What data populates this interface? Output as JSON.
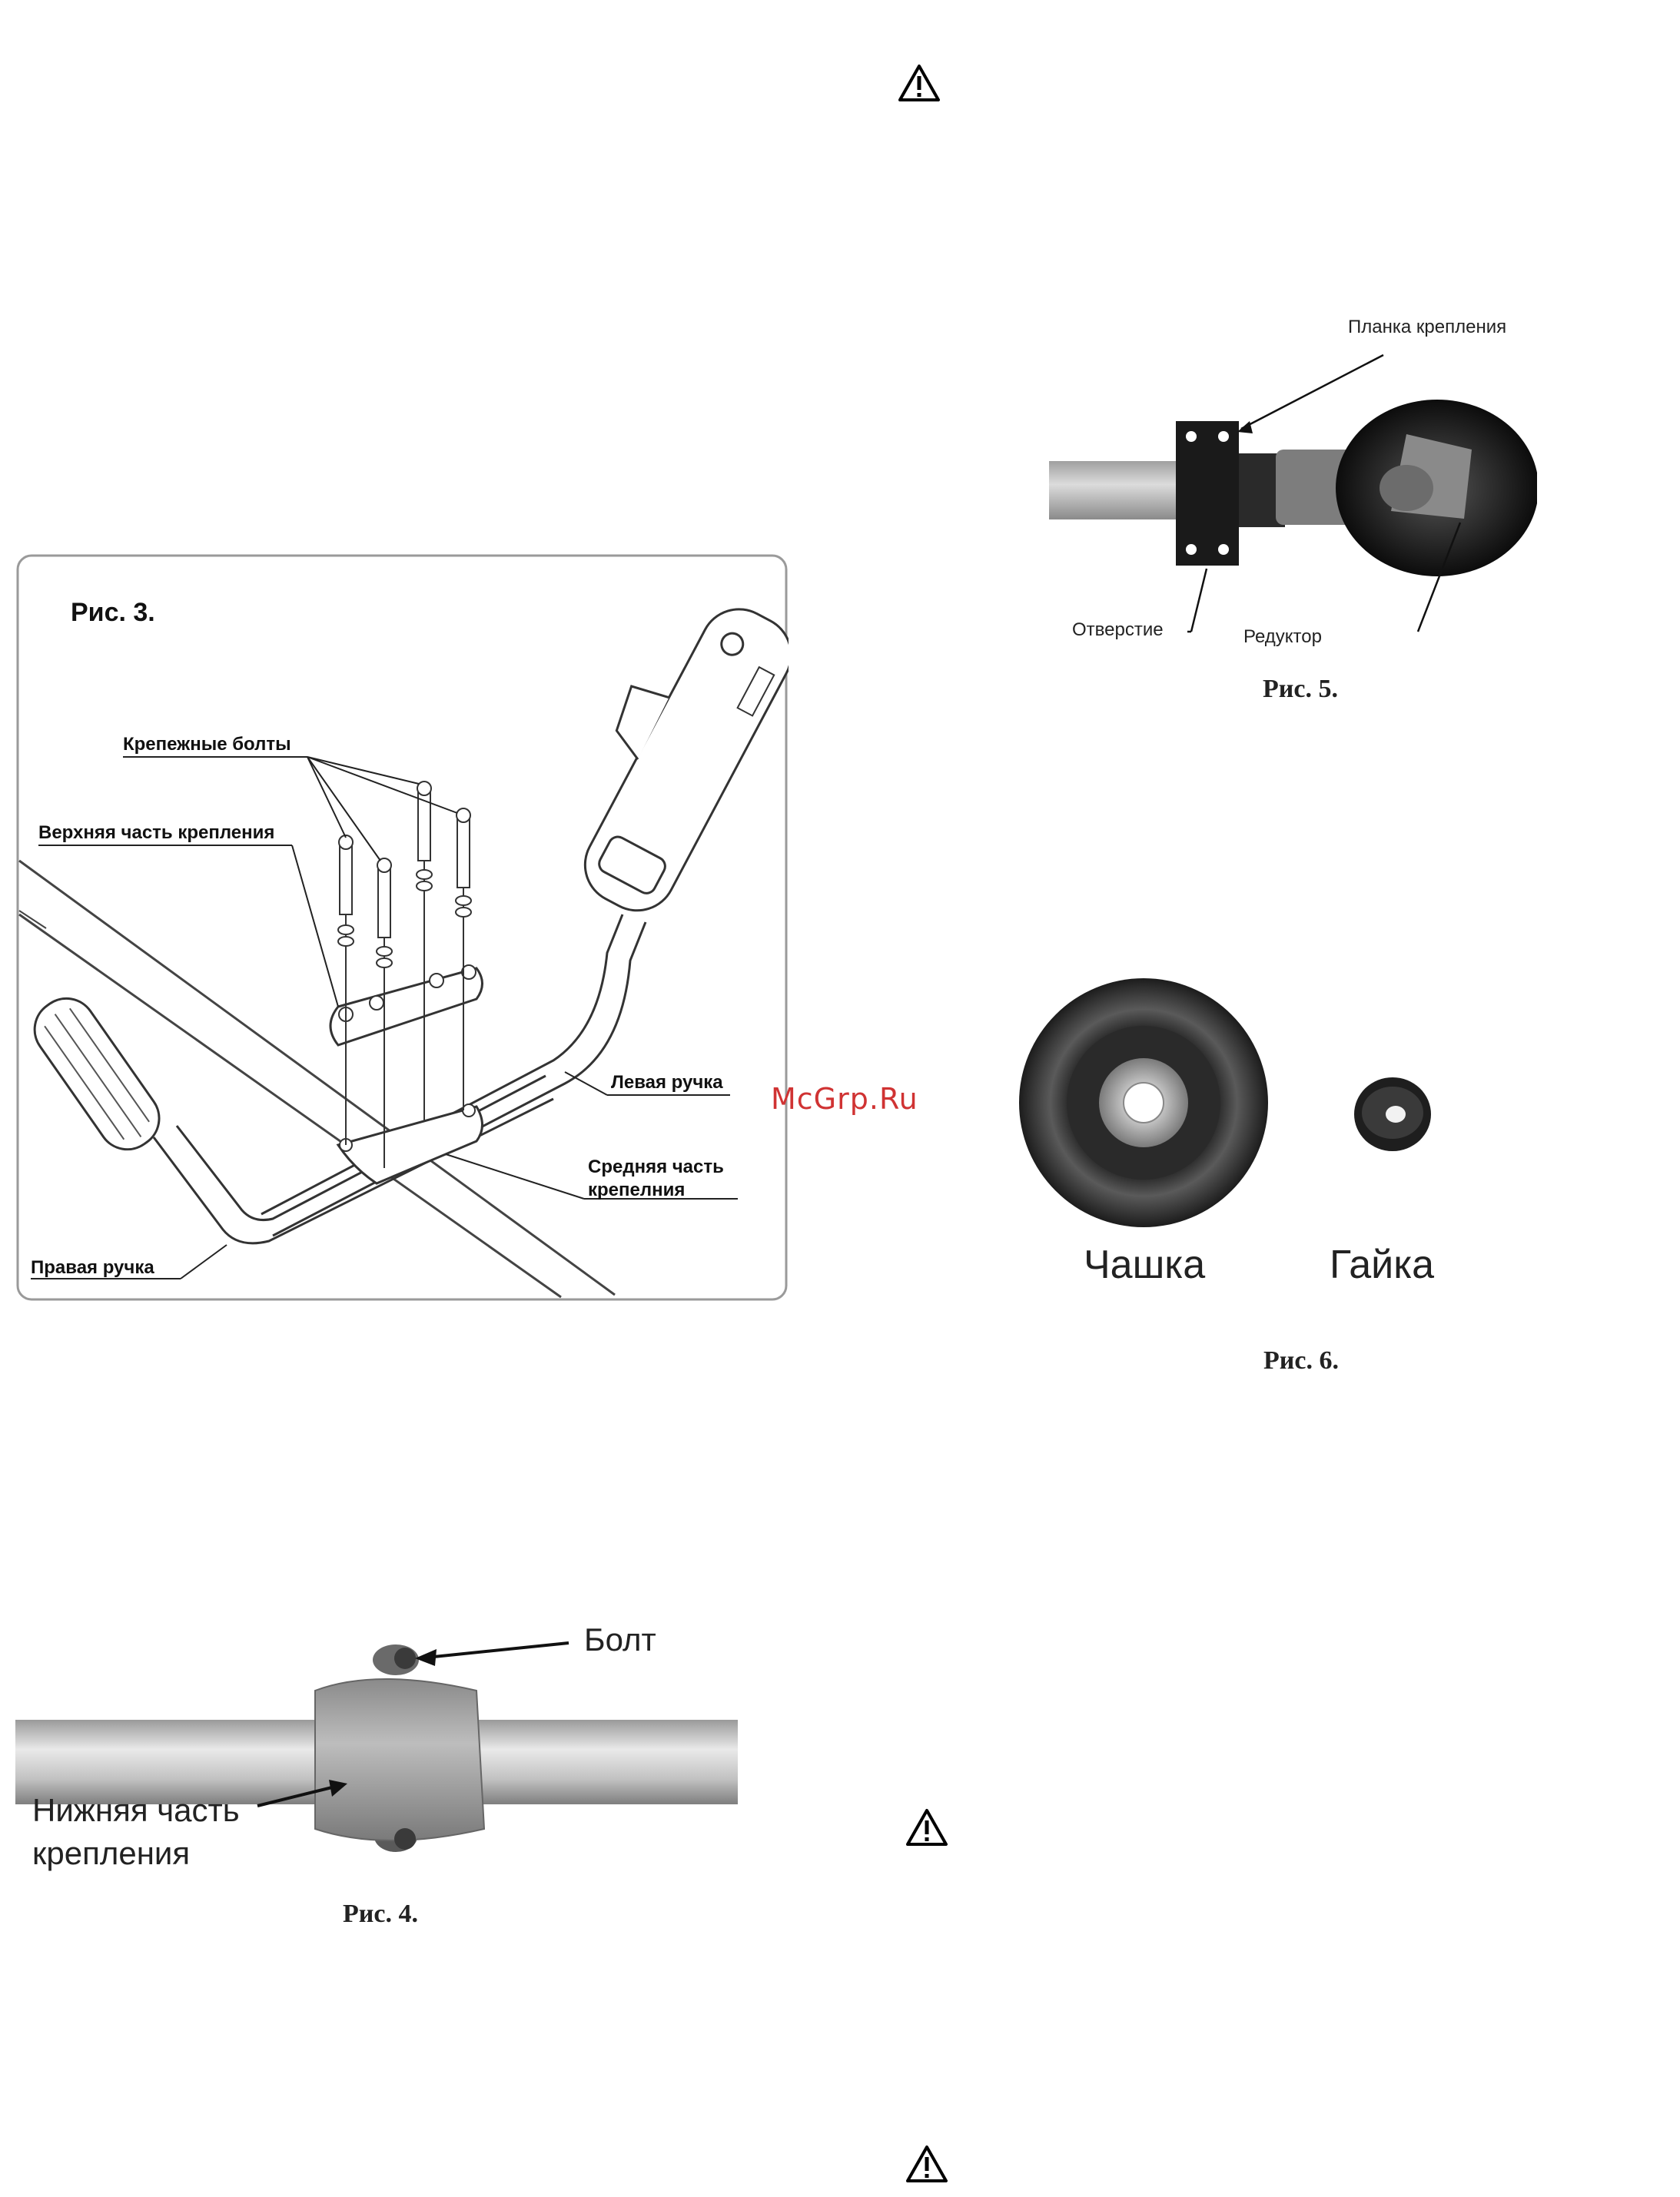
{
  "warnings": [
    {
      "icon": "warning-triangle-icon"
    },
    {
      "icon": "warning-triangle-icon"
    },
    {
      "icon": "warning-triangle-icon"
    }
  ],
  "fig3": {
    "title": "Рис. 3.",
    "labels": {
      "bolts": "Крепежные болты",
      "upper": "Верхняя часть крепления",
      "left_handle": "Левая ручка",
      "middle_1": "Средняя часть",
      "middle_2": "крепелния",
      "right_handle": "Правая ручка"
    }
  },
  "fig4": {
    "caption": "Рис. 4.",
    "labels": {
      "bolt": "Болт",
      "lower_1": "Нижняя часть",
      "lower_2": "крепления"
    }
  },
  "fig5": {
    "caption": "Рис. 5.",
    "labels": {
      "bracket": "Планка крепления",
      "hole": "Отверстие",
      "gearbox": "Редуктор"
    }
  },
  "fig6": {
    "caption": "Рис. 6.",
    "labels": {
      "cup": "Чашка",
      "nut": "Гайка"
    }
  },
  "watermark": "McGrp.Ru",
  "colors": {
    "warning": "#000000",
    "watermark": "#d03333"
  }
}
